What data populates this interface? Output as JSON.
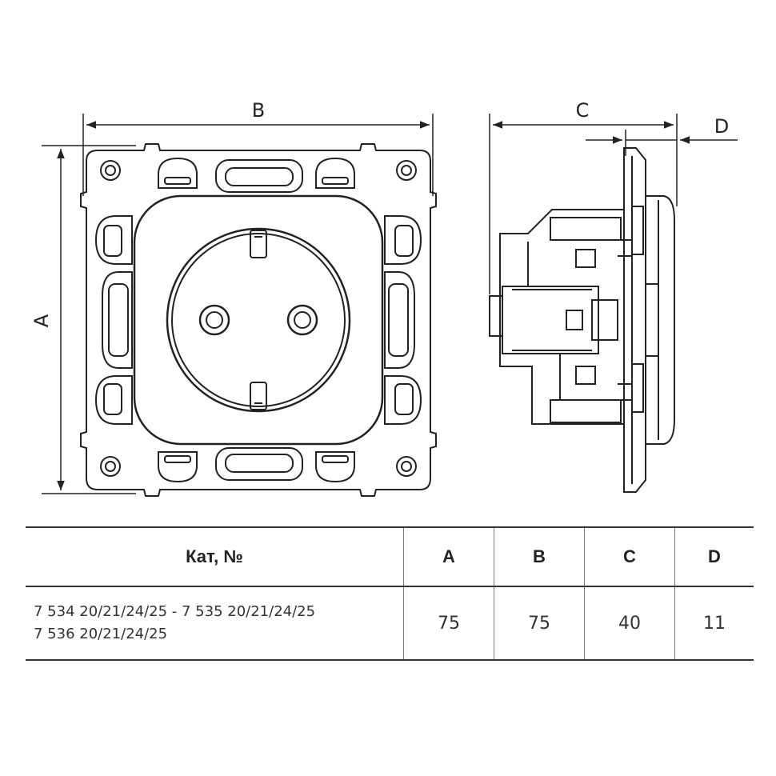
{
  "dimensions": {
    "a": "A",
    "b": "B",
    "c": "C",
    "d": "D"
  },
  "table": {
    "headers": [
      "Кат, №",
      "A",
      "B",
      "C",
      "D"
    ],
    "rows": [
      {
        "catalog_lines": [
          "7 534 20/21/24/25 - 7 535 20/21/24/25",
          "7 536 20/21/24/25"
        ],
        "a": "75",
        "b": "75",
        "c": "40",
        "d": "11"
      }
    ]
  },
  "colors": {
    "line": "#222222",
    "table_border": "#333333"
  }
}
